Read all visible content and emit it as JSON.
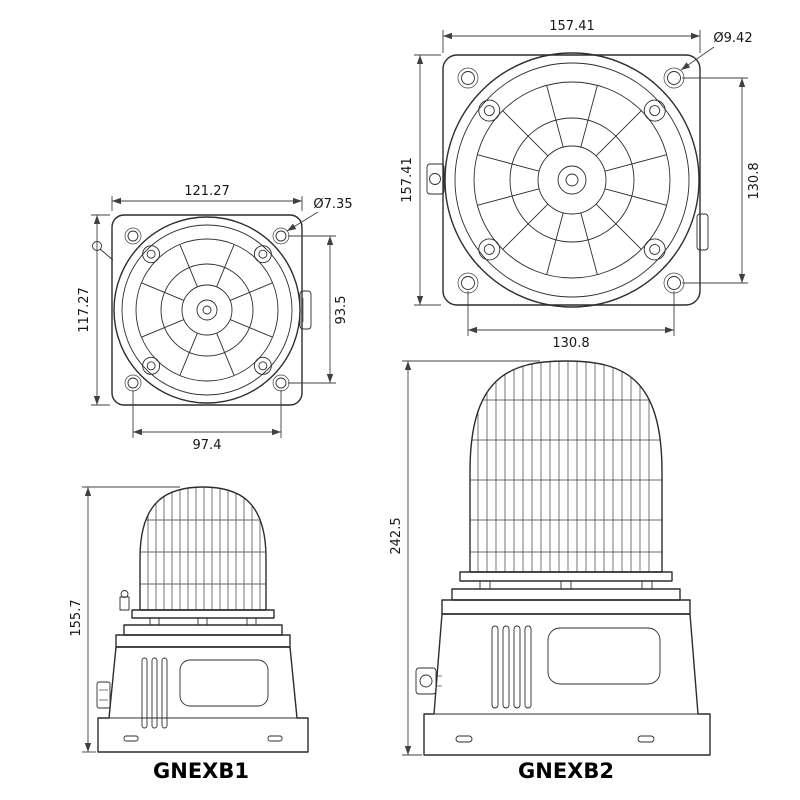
{
  "drawing": {
    "gnexb1_front": {
      "top_width": "121.27",
      "hole_dia": "Ø7.35",
      "left_height": "117.27",
      "right_height": "93.5",
      "bottom_width": "97.4"
    },
    "gnexb2_front": {
      "top_width": "157.41",
      "hole_dia": "Ø9.42",
      "left_height": "157.41",
      "right_height": "130.8",
      "bottom_width": "130.8"
    },
    "gnexb1_side": {
      "height": "155.7",
      "label": "GNEXB1"
    },
    "gnexb2_side": {
      "height": "242.5",
      "label": "GNEXB2"
    }
  }
}
